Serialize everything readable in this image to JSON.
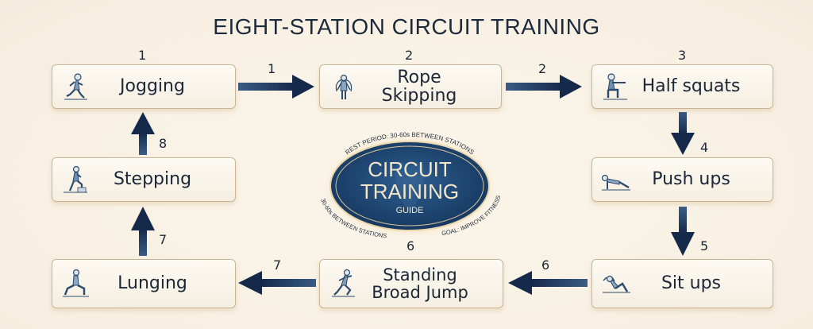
{
  "title": "EIGHT-STATION CIRCUIT TRAINING",
  "stations": [
    {
      "number": "1",
      "label": "Jogging",
      "icon": "jogging-icon"
    },
    {
      "number": "2",
      "label": "Rope Skipping",
      "icon": "rope-skipping-icon"
    },
    {
      "number": "3",
      "label": "Half squats",
      "icon": "half-squat-icon"
    },
    {
      "number": "4",
      "label": "Push ups",
      "icon": "push-up-icon"
    },
    {
      "number": "5",
      "label": "Sit ups",
      "icon": "sit-up-icon"
    },
    {
      "number": "6",
      "label": "Standing Broad Jump",
      "label_line1": "Standing",
      "label_line2": "Broad Jump",
      "icon": "broad-jump-icon"
    },
    {
      "number": "7",
      "label": "Lunging",
      "icon": "lunging-icon"
    },
    {
      "number": "8",
      "label": "Stepping",
      "icon": "stepping-icon"
    }
  ],
  "arrows": [
    {
      "label": "1",
      "direction": "right",
      "from": "Jogging",
      "to": "Rope Skipping"
    },
    {
      "label": "2",
      "direction": "right",
      "from": "Rope Skipping",
      "to": "Half squats"
    },
    {
      "label": "4",
      "direction": "down",
      "from": "Half squats",
      "to": "Push ups"
    },
    {
      "label": "5",
      "direction": "down",
      "from": "Push ups",
      "to": "Sit ups"
    },
    {
      "label": "6",
      "direction": "left",
      "from": "Sit ups",
      "to": "Standing Broad Jump"
    },
    {
      "label": "7",
      "direction": "left",
      "from": "Standing Broad Jump",
      "to": "Lunging"
    },
    {
      "label": "7",
      "direction": "up",
      "from": "Lunging",
      "to": "Stepping"
    },
    {
      "label": "8",
      "direction": "up",
      "from": "Stepping",
      "to": "Jogging"
    }
  ],
  "badge": {
    "line1": "CIRCUIT",
    "line2": "TRAINING",
    "line3": "GUIDE",
    "ring_top": "REST PERIOD: 30-60s BETWEEN STATIONS",
    "ring_bottom_left": "30-60s BETWEEN STATIONS",
    "ring_bottom_right": "GOAL: IMPROVE FITNESS"
  },
  "colors": {
    "arrow": "#1d3557",
    "badge_fill": "#1f4a78",
    "badge_border": "#e6d3a8",
    "box_border": "#c9b593",
    "background": "#f8f1e4"
  }
}
